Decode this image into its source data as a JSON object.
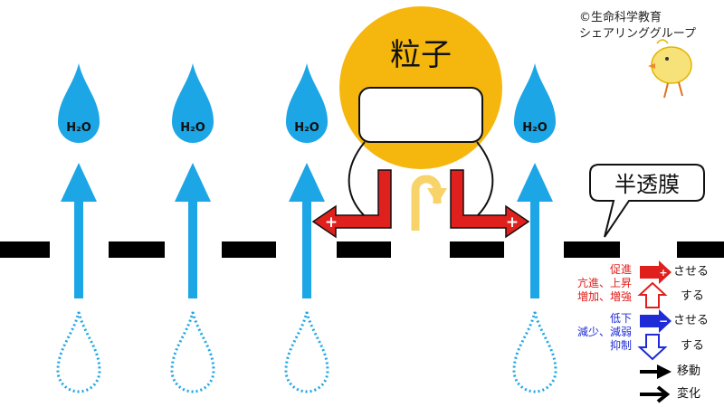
{
  "copyright": [
    "©生命科学教育",
    "シェアリンググループ"
  ],
  "water_label": "H₂O",
  "particle_label": "粒子",
  "membrane_label": "半透膜",
  "colors": {
    "water": "#1ca6e6",
    "particle": "#f5b60e",
    "promote": "#e0201c",
    "inhibit": "#1e2bd6",
    "membrane": "#000000",
    "yellow_arrow": "#f8d36a"
  },
  "legend": {
    "promote_terms": [
      "促進",
      "亢進、上昇",
      "増加、増強"
    ],
    "inhibit_terms": [
      "低下",
      "減少、減弱",
      "抑制"
    ],
    "promote_filled": "させる",
    "promote_outline": "する",
    "inhibit_filled": "させる",
    "inhibit_outline": "する",
    "move": "移動",
    "change": "変化"
  }
}
